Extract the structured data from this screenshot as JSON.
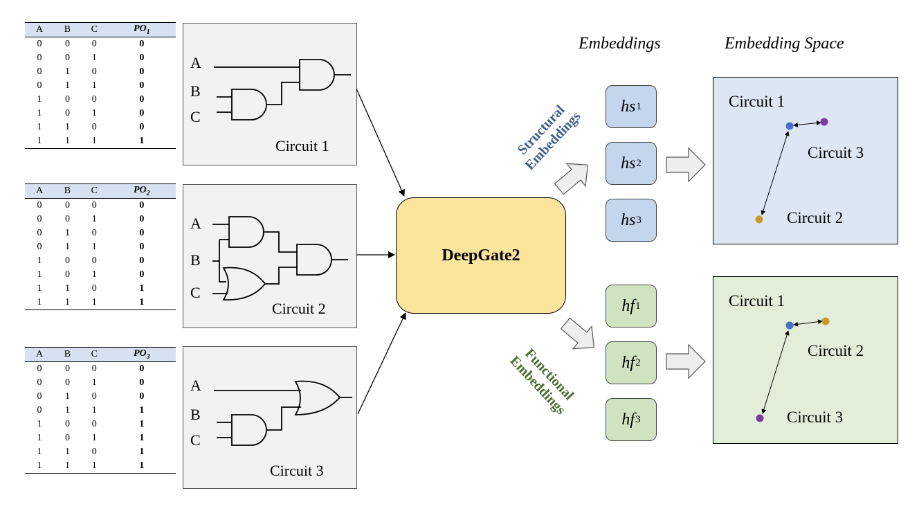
{
  "headers": {
    "embeddings": "Embeddings",
    "embedding_space": "Embedding Space"
  },
  "tables": [
    {
      "po_base": "PO",
      "po_sub": "1",
      "rows": [
        [
          "0",
          "0",
          "0",
          "0"
        ],
        [
          "0",
          "0",
          "1",
          "0"
        ],
        [
          "0",
          "1",
          "0",
          "0"
        ],
        [
          "0",
          "1",
          "1",
          "0"
        ],
        [
          "1",
          "0",
          "0",
          "0"
        ],
        [
          "1",
          "0",
          "1",
          "0"
        ],
        [
          "1",
          "1",
          "0",
          "0"
        ],
        [
          "1",
          "1",
          "1",
          "1"
        ]
      ]
    },
    {
      "po_base": "PO",
      "po_sub": "2",
      "rows": [
        [
          "0",
          "0",
          "0",
          "0"
        ],
        [
          "0",
          "0",
          "1",
          "0"
        ],
        [
          "0",
          "1",
          "0",
          "0"
        ],
        [
          "0",
          "1",
          "1",
          "0"
        ],
        [
          "1",
          "0",
          "0",
          "0"
        ],
        [
          "1",
          "0",
          "1",
          "0"
        ],
        [
          "1",
          "1",
          "0",
          "1"
        ],
        [
          "1",
          "1",
          "1",
          "1"
        ]
      ]
    },
    {
      "po_base": "PO",
      "po_sub": "3",
      "rows": [
        [
          "0",
          "0",
          "0",
          "0"
        ],
        [
          "0",
          "0",
          "1",
          "0"
        ],
        [
          "0",
          "1",
          "0",
          "0"
        ],
        [
          "0",
          "1",
          "1",
          "1"
        ],
        [
          "1",
          "0",
          "0",
          "1"
        ],
        [
          "1",
          "0",
          "1",
          "1"
        ],
        [
          "1",
          "1",
          "0",
          "1"
        ],
        [
          "1",
          "1",
          "1",
          "1"
        ]
      ]
    }
  ],
  "table_headers": [
    "A",
    "B",
    "C"
  ],
  "circuits": [
    {
      "name": "Circuit 1",
      "inputs": [
        "A",
        "B",
        "C"
      ]
    },
    {
      "name": "Circuit 2",
      "inputs": [
        "A",
        "B",
        "C"
      ]
    },
    {
      "name": "Circuit 3",
      "inputs": [
        "A",
        "B",
        "C"
      ]
    }
  ],
  "model": "DeepGate2",
  "structural": {
    "label_line1": "Structural",
    "label_line2": "Embeddings",
    "color": "#3e5e8e",
    "embeddings": [
      {
        "base": "hs",
        "sub": "1"
      },
      {
        "base": "hs",
        "sub": "2"
      },
      {
        "base": "hs",
        "sub": "3"
      }
    ],
    "space": {
      "c1": "Circuit 1",
      "c3": "Circuit 3",
      "c2": "Circuit 2"
    }
  },
  "functional": {
    "label_line1": "Functional",
    "label_line2": "Embeddings",
    "color": "#4a6a2a",
    "embeddings": [
      {
        "base": "hf",
        "sub": "1"
      },
      {
        "base": "hf",
        "sub": "2"
      },
      {
        "base": "hf",
        "sub": "3"
      }
    ],
    "space": {
      "c1": "Circuit 1",
      "c2": "Circuit 2",
      "c3": "Circuit 3"
    }
  },
  "colors": {
    "blue_dot": "#4a6fc4",
    "purple_dot": "#7a3aa0",
    "gold_dot": "#c49a2a"
  }
}
